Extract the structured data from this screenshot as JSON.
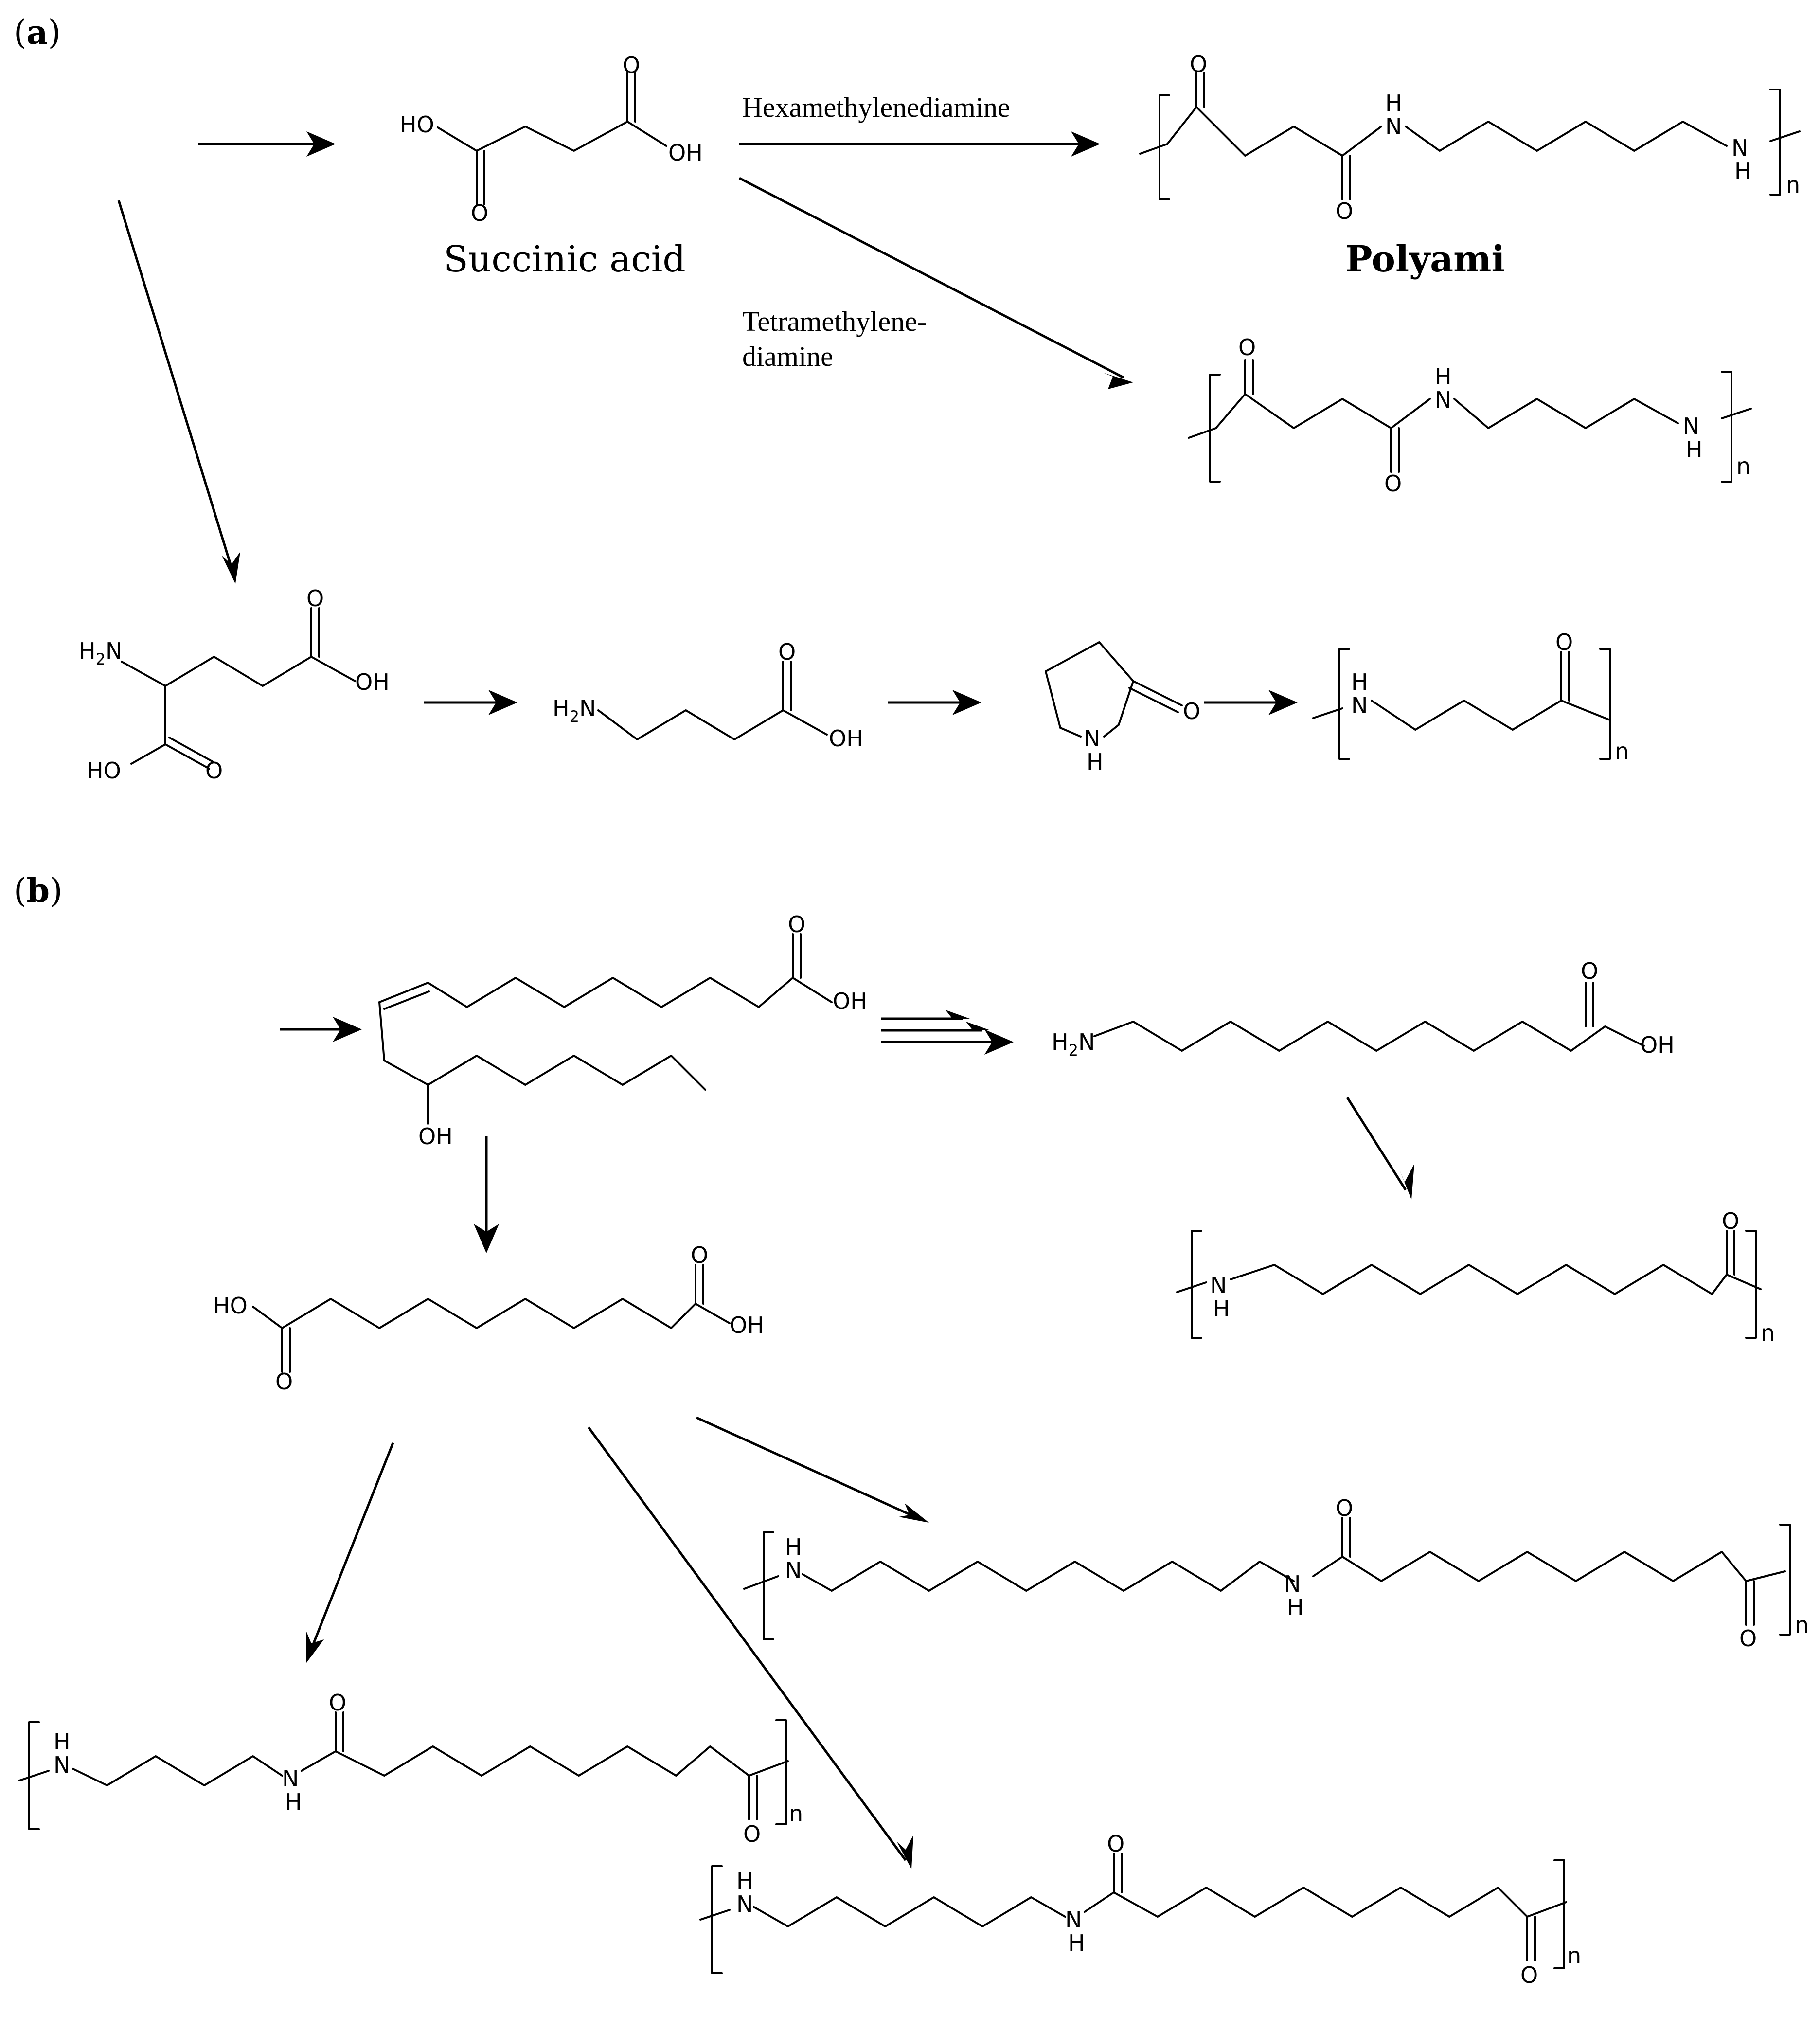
{
  "panels": {
    "a": {
      "open": "(",
      "letter": "a",
      "close": ")"
    },
    "b": {
      "open": "(",
      "letter": "b",
      "close": ")"
    }
  },
  "labels": {
    "succinic_acid": "Succinic acid",
    "polyamide_title": "Polyami",
    "hexamethylenediamine": "Hexamethylenediamine",
    "tetramethylene_line1": "Tetramethylene-",
    "tetramethylene_line2": "diamine"
  },
  "atoms": {
    "HO": "HO",
    "OH": "OH",
    "O": "O",
    "H": "H",
    "N": "N",
    "NH_H": "H",
    "NH_N": "N",
    "H2N_H": "H",
    "H2N_2": "2",
    "H2N_N": "N",
    "n": "n"
  }
}
